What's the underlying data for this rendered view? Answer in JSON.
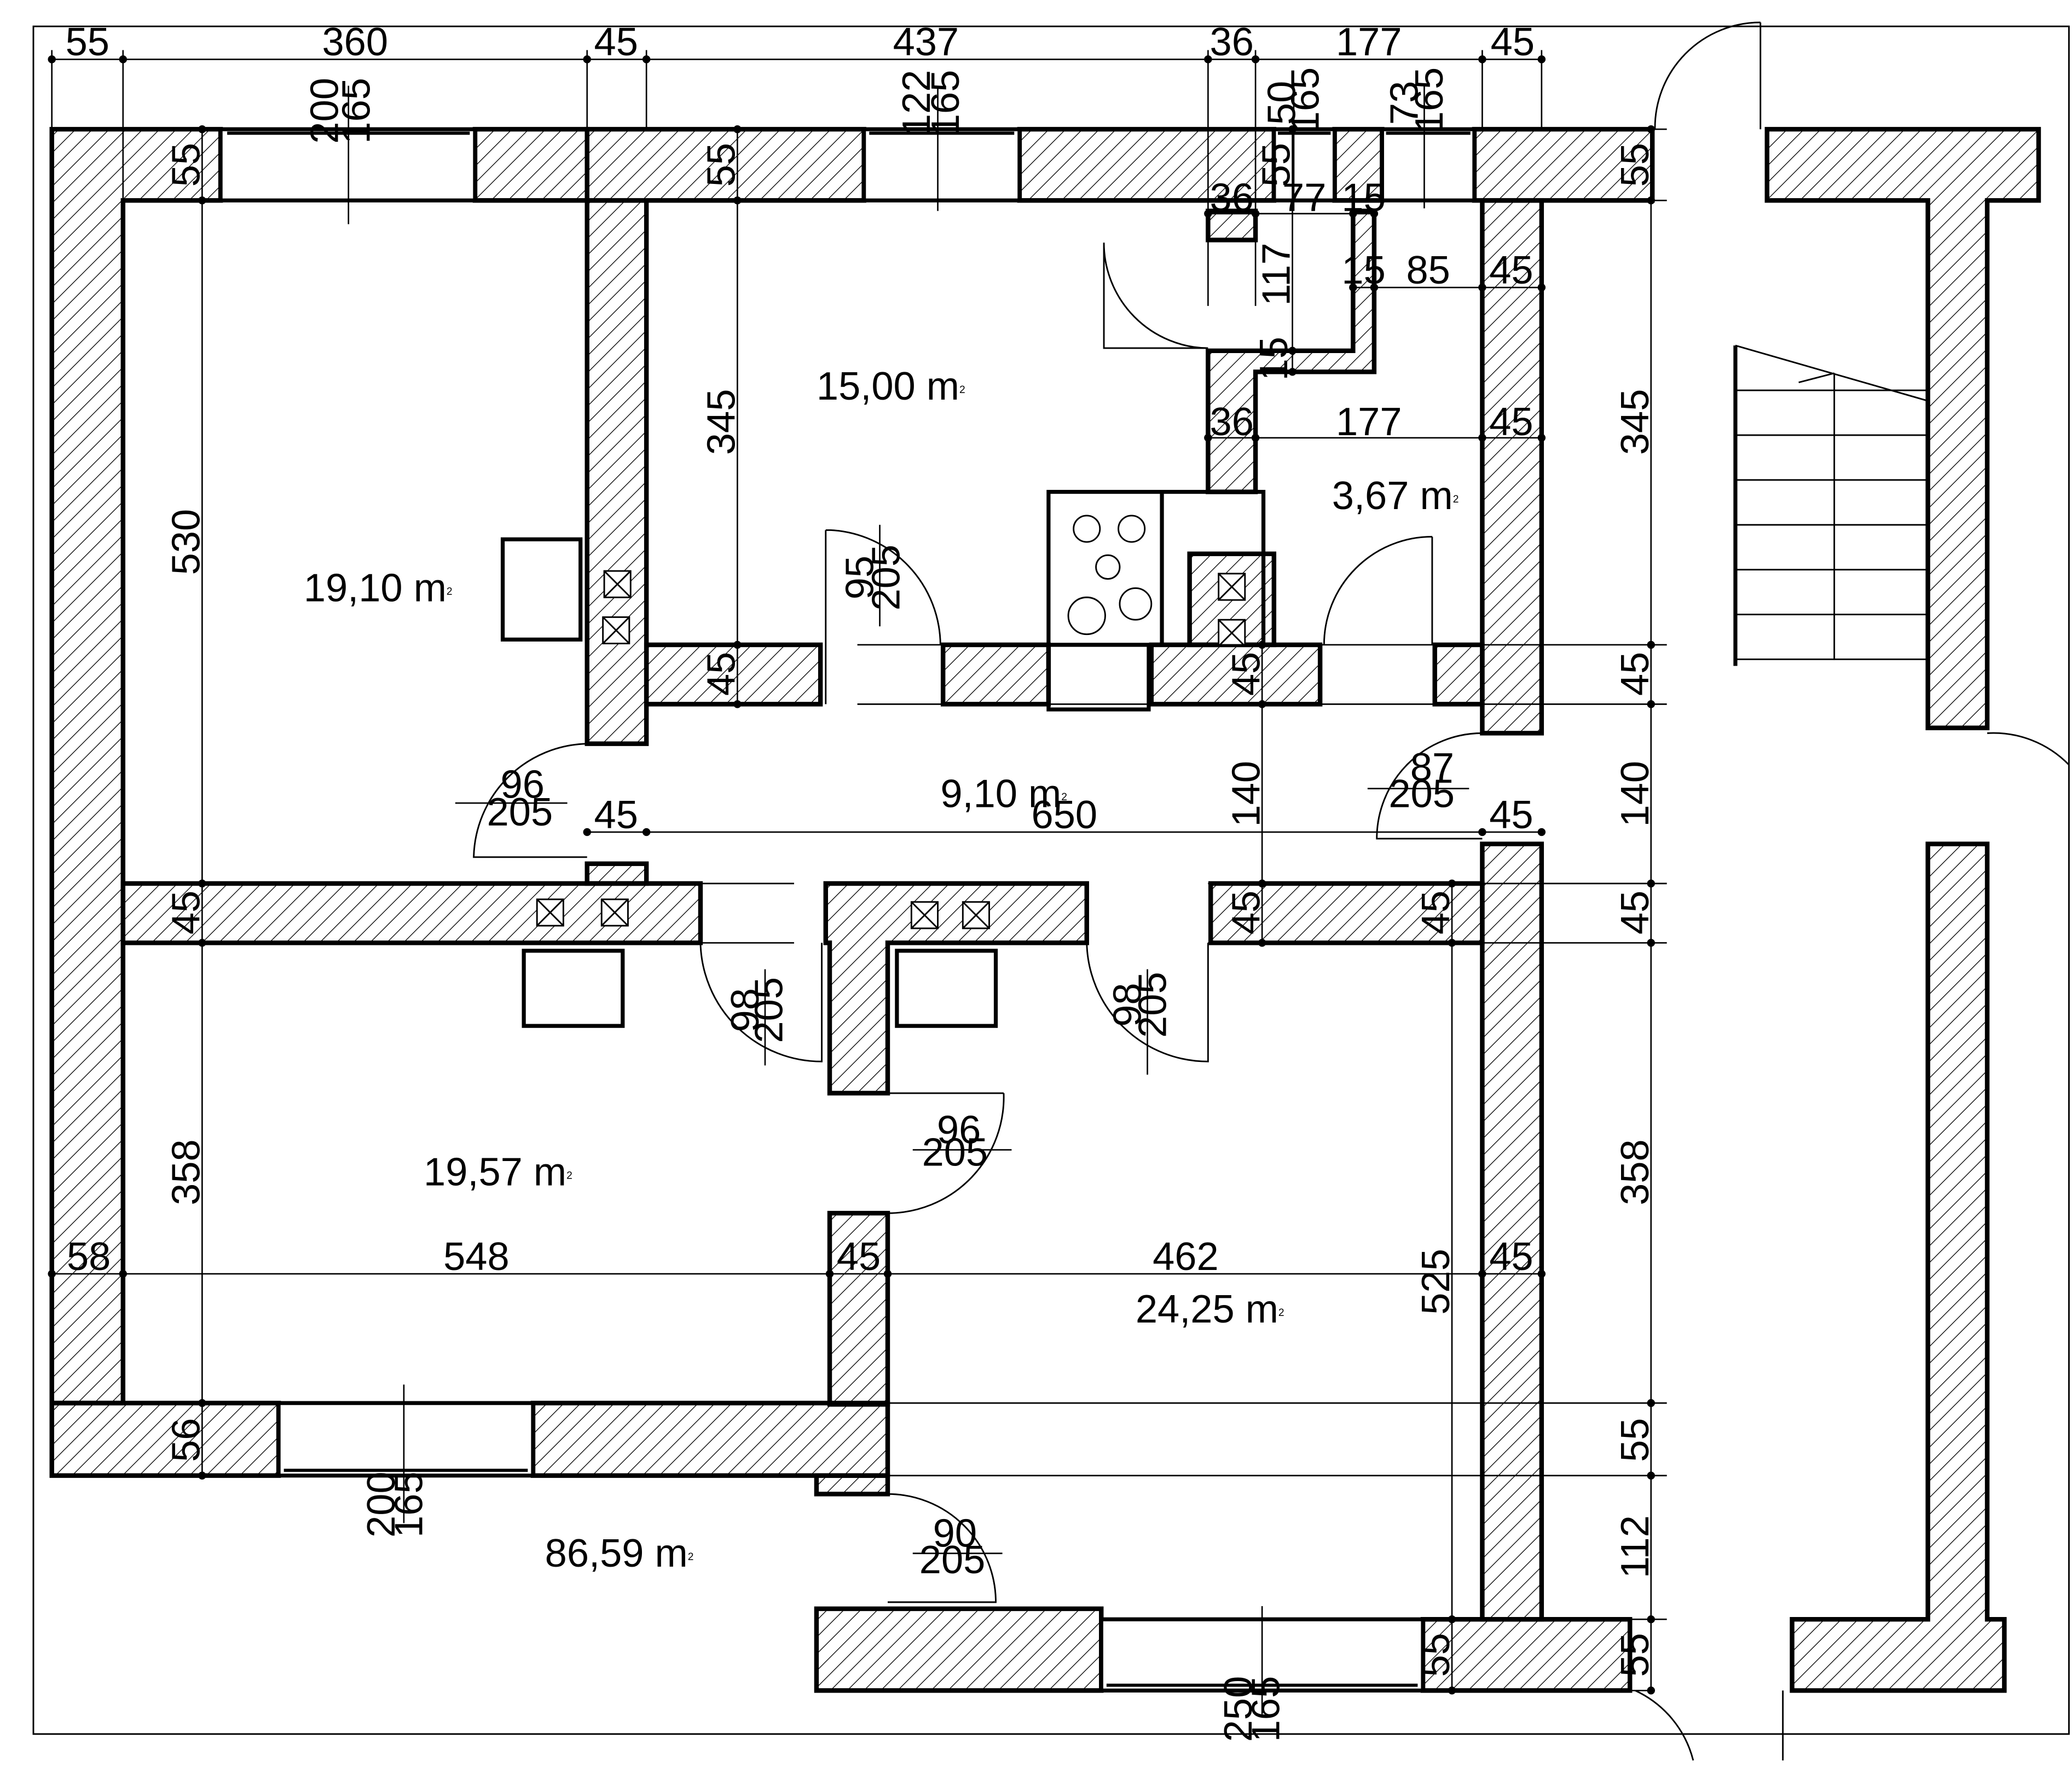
{
  "drawing": {
    "dims_top": [
      "55",
      "360",
      "45",
      "437",
      "36",
      "177",
      "45"
    ],
    "dims_window_heights": [
      "200",
      "165",
      "122",
      "165",
      "50",
      "165",
      "73",
      "165"
    ],
    "dims_small": [
      "55",
      "55",
      "55",
      "36",
      "77",
      "15",
      "117",
      "15",
      "85",
      "45",
      "15",
      "36",
      "177",
      "45",
      "55"
    ],
    "dims_left": [
      "530",
      "45",
      "358",
      "56"
    ],
    "dims_right": [
      "55",
      "345",
      "45",
      "140",
      "45",
      "358",
      "55",
      "112",
      "55"
    ],
    "dims_inner": [
      "345",
      "45",
      "45",
      "140",
      "45",
      "45",
      "525",
      "55"
    ],
    "dims_horizontal": [
      "45",
      "650",
      "45",
      "58",
      "548",
      "45",
      "462",
      "45"
    ],
    "doors": [
      {
        "width": "95",
        "height": "205"
      },
      {
        "width": "96",
        "height": "205"
      },
      {
        "width": "87",
        "height": "205"
      },
      {
        "width": "98",
        "height": "205"
      },
      {
        "width": "98",
        "height": "205"
      },
      {
        "width": "96",
        "height": "205"
      },
      {
        "width": "90",
        "height": "205"
      }
    ],
    "windows_bottom": [
      {
        "width": "200",
        "height": "165"
      },
      {
        "width": "250",
        "height": "165"
      }
    ],
    "areas": [
      {
        "value": "19,10 m",
        "unit_sup": "2"
      },
      {
        "value": "15,00 m",
        "unit_sup": "2"
      },
      {
        "value": "3,67 m",
        "unit_sup": "2"
      },
      {
        "value": "9,10 m",
        "unit_sup": "2"
      },
      {
        "value": "19,57 m",
        "unit_sup": "2"
      },
      {
        "value": "24,25 m",
        "unit_sup": "2"
      },
      {
        "value": "86,59 m",
        "unit_sup": "2"
      }
    ]
  }
}
